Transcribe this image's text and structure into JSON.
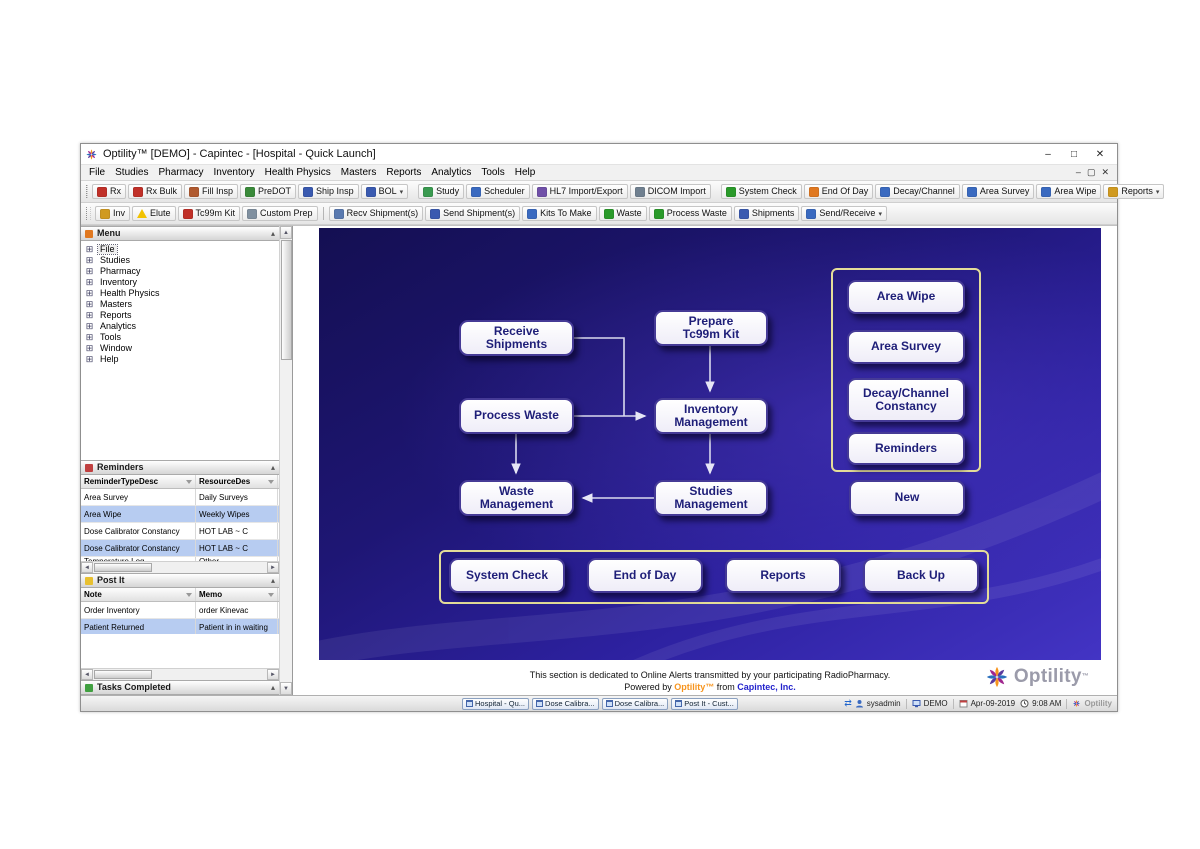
{
  "window": {
    "title": "Optility™ [DEMO] - Capintec - [Hospital - Quick Launch]",
    "minimize": "–",
    "maximize": "□",
    "close": "✕"
  },
  "menubar": {
    "items": [
      "File",
      "Studies",
      "Pharmacy",
      "Inventory",
      "Health Physics",
      "Masters",
      "Reports",
      "Analytics",
      "Tools",
      "Help"
    ],
    "mdi": {
      "minimize": "–",
      "restore": "▢",
      "close": "✕"
    }
  },
  "toolbars": {
    "row1": [
      {
        "label": "Rx",
        "color": "#c03028"
      },
      {
        "label": "Rx Bulk",
        "color": "#c03028"
      },
      {
        "label": "Fill Insp",
        "color": "#b05a30"
      },
      {
        "label": "PreDOT",
        "color": "#3a8a3a"
      },
      {
        "label": "Ship Insp",
        "color": "#3a5ab0"
      },
      {
        "label": "BOL",
        "color": "#3a5ab0",
        "dropdown": true
      },
      {
        "type": "sep"
      },
      {
        "label": "Study",
        "color": "#3a9a50"
      },
      {
        "label": "Scheduler",
        "color": "#3a6ac0"
      },
      {
        "label": "HL7 Import/Export",
        "color": "#7050a8"
      },
      {
        "label": "DICOM Import",
        "color": "#708090"
      },
      {
        "type": "sep"
      },
      {
        "label": "System Check",
        "color": "#2a9a2a"
      },
      {
        "label": "End Of Day",
        "color": "#e07820"
      },
      {
        "label": "Decay/Channel",
        "color": "#3a6ac0"
      },
      {
        "label": "Area Survey",
        "color": "#3a6ac0"
      },
      {
        "label": "Area Wipe",
        "color": "#3a6ac0"
      },
      {
        "label": "Reports",
        "color": "#d09a20",
        "dropdown": true
      }
    ],
    "row2": [
      {
        "label": "Inv",
        "color": "#d09a20"
      },
      {
        "label": "Elute",
        "shape": "triangle"
      },
      {
        "label": "Tc99m Kit",
        "color": "#c03028"
      },
      {
        "label": "Custom Prep",
        "color": "#8090a0"
      },
      {
        "type": "sep"
      },
      {
        "label": "Recv Shipment(s)",
        "color": "#5a7ab0"
      },
      {
        "label": "Send Shipment(s)",
        "color": "#3a5ab0"
      },
      {
        "label": "Kits To Make",
        "color": "#3a6ac0"
      },
      {
        "label": "Waste",
        "color": "#2a9a2a"
      },
      {
        "label": "Process Waste",
        "color": "#2a9a2a"
      },
      {
        "label": "Shipments",
        "color": "#3a5ab0"
      },
      {
        "label": "Send/Receive",
        "color": "#3a6ac0",
        "dropdown": true
      }
    ]
  },
  "sidebar": {
    "menu_panel": {
      "title": "Menu",
      "items": [
        {
          "label": "File",
          "selected": true
        },
        {
          "label": "Studies"
        },
        {
          "label": "Pharmacy"
        },
        {
          "label": "Inventory"
        },
        {
          "label": "Health Physics"
        },
        {
          "label": "Masters"
        },
        {
          "label": "Reports"
        },
        {
          "label": "Analytics"
        },
        {
          "label": "Tools"
        },
        {
          "label": "Window"
        },
        {
          "label": "Help"
        }
      ]
    },
    "reminders_panel": {
      "title": "Reminders",
      "columns": [
        "ReminderTypeDesc",
        "ResourceDes"
      ],
      "rows": [
        {
          "cells": [
            "Area Survey",
            "Daily Surveys"
          ],
          "selected": false
        },
        {
          "cells": [
            "Area Wipe",
            "Weekly Wipes"
          ],
          "selected": true
        },
        {
          "cells": [
            "Dose Calibrator Constancy",
            "HOT LAB ~ C"
          ],
          "selected": false
        },
        {
          "cells": [
            "Dose Calibrator Constancy",
            "HOT LAB ~ C"
          ],
          "selected": true
        },
        {
          "cells": [
            "Temperature Log",
            "Other"
          ],
          "selected": false,
          "partial": true
        }
      ]
    },
    "postit_panel": {
      "title": "Post It",
      "columns": [
        "Note",
        "Memo"
      ],
      "rows": [
        {
          "cells": [
            "Order Inventory",
            "order Kinevac"
          ],
          "selected": false
        },
        {
          "cells": [
            "Patient Returned",
            "Patient in in waiting"
          ],
          "selected": true
        }
      ]
    },
    "tasks_panel": {
      "title": "Tasks Completed"
    }
  },
  "flowchart": {
    "nodes": [
      {
        "id": "receive-shipments",
        "label": "Receive\nShipments"
      },
      {
        "id": "prepare-tc99m-kit",
        "label": "Prepare\nTc99m Kit"
      },
      {
        "id": "process-waste",
        "label": "Process Waste"
      },
      {
        "id": "inventory-management",
        "label": "Inventory\nManagement"
      },
      {
        "id": "waste-management",
        "label": "Waste\nManagement"
      },
      {
        "id": "studies-management",
        "label": "Studies\nManagement"
      },
      {
        "id": "area-wipe",
        "label": "Area Wipe"
      },
      {
        "id": "area-survey",
        "label": "Area Survey"
      },
      {
        "id": "decay-channel-constancy",
        "label": "Decay/Channel\nConstancy"
      },
      {
        "id": "reminders",
        "label": "Reminders"
      },
      {
        "id": "new",
        "label": "New"
      },
      {
        "id": "system-check",
        "label": "System Check"
      },
      {
        "id": "end-of-day",
        "label": "End of Day"
      },
      {
        "id": "reports",
        "label": "Reports"
      },
      {
        "id": "back-up",
        "label": "Back Up"
      }
    ]
  },
  "footer": {
    "line1": "This section is dedicated to Online Alerts transmitted by your participating RadioPharmacy.",
    "powered_prefix": "Powered by ",
    "brand": "Optility™",
    "middle": " from ",
    "company": "Capintec, Inc.",
    "brand_color": "#f7941d",
    "company_color": "#2222cc"
  },
  "logo": {
    "text": "Optility",
    "tm": "™"
  },
  "statusbar": {
    "tasks": [
      "Hospital - Qu...",
      "Dose Calibra...",
      "Dose Calibra...",
      "Post It - Cust..."
    ],
    "user": "sysadmin",
    "db": "DEMO",
    "date": "Apr-09-2019",
    "time": "9:08 AM",
    "brand": "Optility"
  }
}
